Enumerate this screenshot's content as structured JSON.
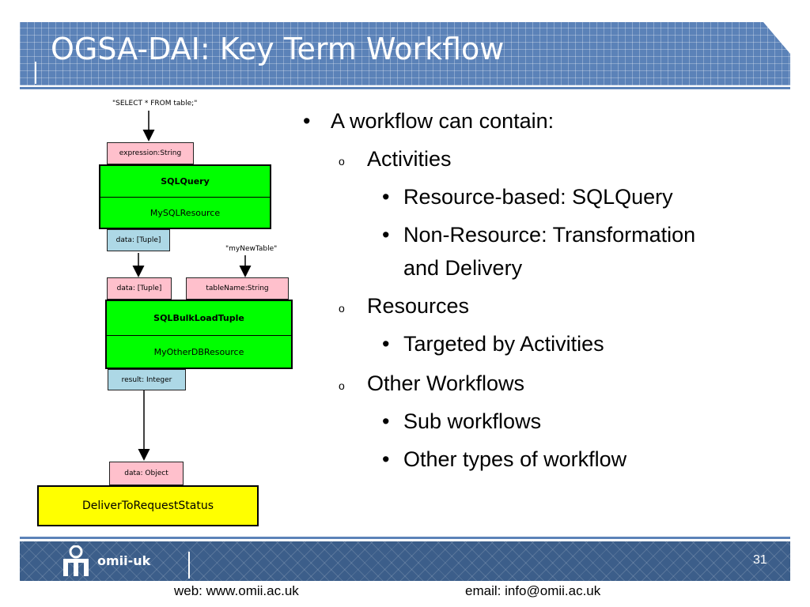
{
  "slide": {
    "title": "OGSA-DAI: Key Term Workflow",
    "page_number": "31",
    "footer_web": "web: www.omii.ac.uk",
    "footer_email": "email: info@omii.ac.uk",
    "logo_text": "omii-uk"
  },
  "colors": {
    "header": "#5b82b8",
    "footer": "#3c5e8a",
    "activity_green": "#00ff00",
    "input_pink": "#ffc0cc",
    "output_blue": "#add8e6",
    "sink_yellow": "#ffff00"
  },
  "diagram": {
    "query_input": "\"SELECT * FROM table;\"",
    "table_input": "\"myNewTable\"",
    "sqlquery": {
      "input": "expression:String",
      "name": "SQLQuery",
      "resource": "MySQLResource",
      "output": "data: [Tuple]"
    },
    "bulkload": {
      "input_data": "data: [Tuple]",
      "input_table": "tableName:String",
      "name": "SQLBulkLoadTuple",
      "resource": "MyOtherDBResource",
      "output": "result: Integer"
    },
    "deliver": {
      "input": "data: Object",
      "name": "DeliverToRequestStatus"
    }
  },
  "bullets": {
    "main": "A workflow can contain:",
    "activities": "Activities",
    "resource_based": "Resource-based: SQLQuery",
    "non_resource_1": "Non-Resource: Transformation",
    "non_resource_2": "and Delivery",
    "resources": "Resources",
    "targeted": "Targeted by Activities",
    "other_workflows": "Other Workflows",
    "sub_workflows": "Sub workflows",
    "other_types": "Other types of workflow"
  }
}
